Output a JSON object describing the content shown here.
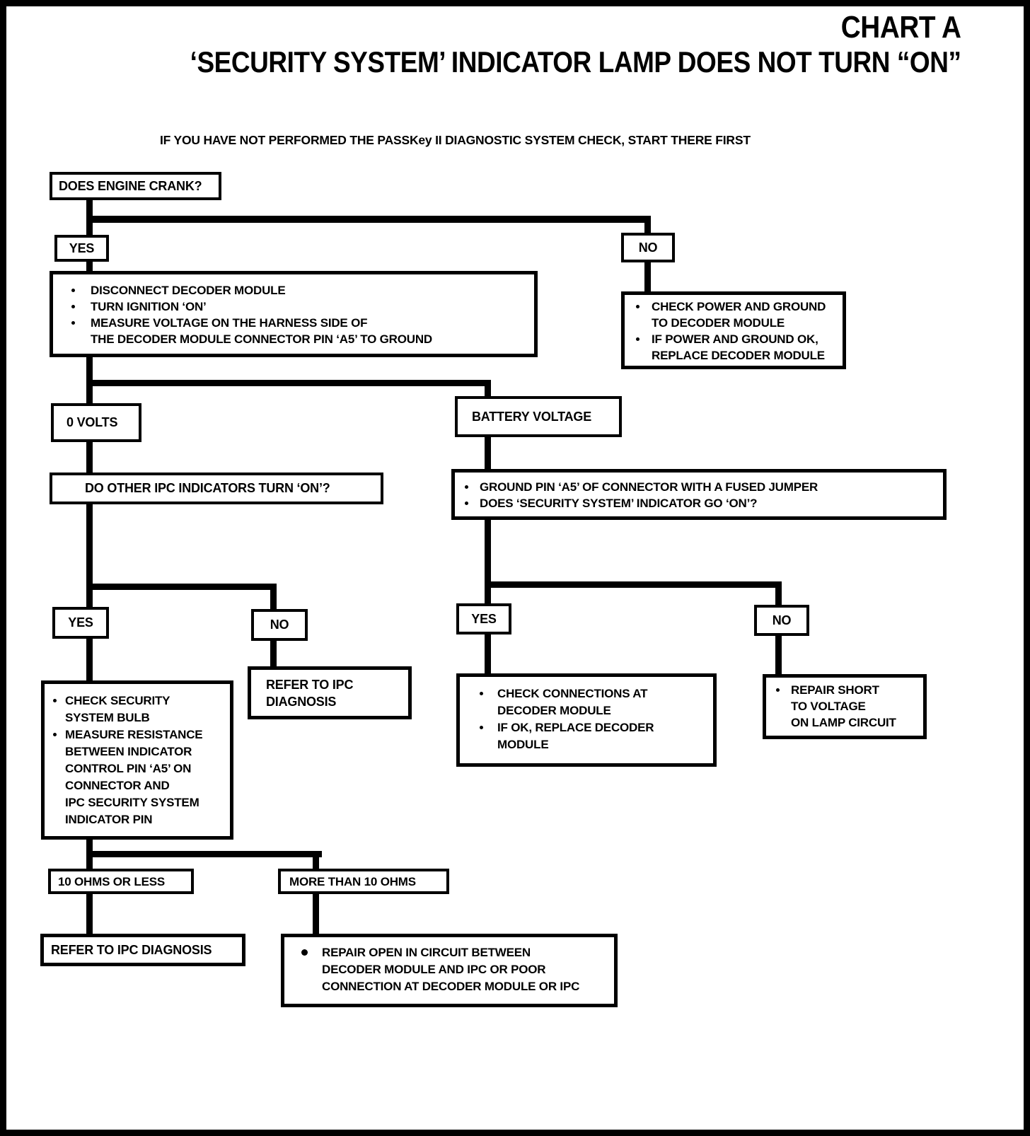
{
  "page": {
    "chart_label": "CHART A",
    "title": "‘SECURITY SYSTEM’ INDICATOR LAMP DOES NOT TURN “ON”",
    "note": "IF YOU HAVE NOT PERFORMED THE PASSKey II DIAGNOSTIC SYSTEM CHECK, START THERE FIRST",
    "colors": {
      "ink": "#000000",
      "paper": "#ffffff"
    }
  },
  "nodes": {
    "engine_crank_question": {
      "label": "DOES ENGINE CRANK?"
    },
    "crank_yes": {
      "label": "YES"
    },
    "crank_no": {
      "label": "NO"
    },
    "crank_yes_actions": {
      "bullets": [
        "DISCONNECT DECODER MODULE",
        "TURN IGNITION ‘ON’",
        "MEASURE VOLTAGE ON THE HARNESS SIDE OF\nTHE DECODER MODULE CONNECTOR PIN ‘A5’ TO GROUND"
      ]
    },
    "crank_no_actions": {
      "bullets": [
        "CHECK POWER AND GROUND\nTO DECODER MODULE",
        "IF POWER AND GROUND OK,\nREPLACE DECODER MODULE"
      ]
    },
    "zero_volts": {
      "label": "0 VOLTS"
    },
    "battery_voltage": {
      "label": "BATTERY VOLTAGE"
    },
    "ipc_indicators_question": {
      "label": "DO OTHER IPC INDICATORS TURN ‘ON’?"
    },
    "ground_pin_actions": {
      "bullets": [
        "GROUND PIN ‘A5’ OF CONNECTOR WITH A FUSED JUMPER",
        "DOES ‘SECURITY SYSTEM’ INDICATOR GO ‘ON’?"
      ]
    },
    "ipc_yes": {
      "label": "YES"
    },
    "ipc_no": {
      "label": "NO"
    },
    "check_bulb_actions": {
      "bullets": [
        "CHECK SECURITY\nSYSTEM BULB",
        "MEASURE RESISTANCE\nBETWEEN INDICATOR\nCONTROL PIN ‘A5’ ON\nCONNECTOR AND\nIPC SECURITY SYSTEM\nINDICATOR PIN"
      ]
    },
    "refer_ipc_diagnosis_1": {
      "label": "REFER TO IPC\nDIAGNOSIS"
    },
    "jumper_yes": {
      "label": "YES"
    },
    "jumper_no": {
      "label": "NO"
    },
    "check_connections_actions": {
      "bullets": [
        "CHECK CONNECTIONS AT\nDECODER MODULE",
        "IF OK, REPLACE DECODER\nMODULE"
      ]
    },
    "repair_short_actions": {
      "bullets": [
        "REPAIR SHORT\nTO VOLTAGE\nON LAMP CIRCUIT"
      ]
    },
    "ohms_10_or_less": {
      "label": "10 OHMS OR LESS"
    },
    "more_than_10_ohms": {
      "label": "MORE THAN 10 OHMS"
    },
    "refer_ipc_diagnosis_2": {
      "label": "REFER TO IPC DIAGNOSIS"
    },
    "repair_open_actions": {
      "bullets": [
        "REPAIR OPEN IN CIRCUIT BETWEEN\nDECODER MODULE AND IPC OR POOR\nCONNECTION AT DECODER MODULE OR IPC"
      ]
    }
  }
}
